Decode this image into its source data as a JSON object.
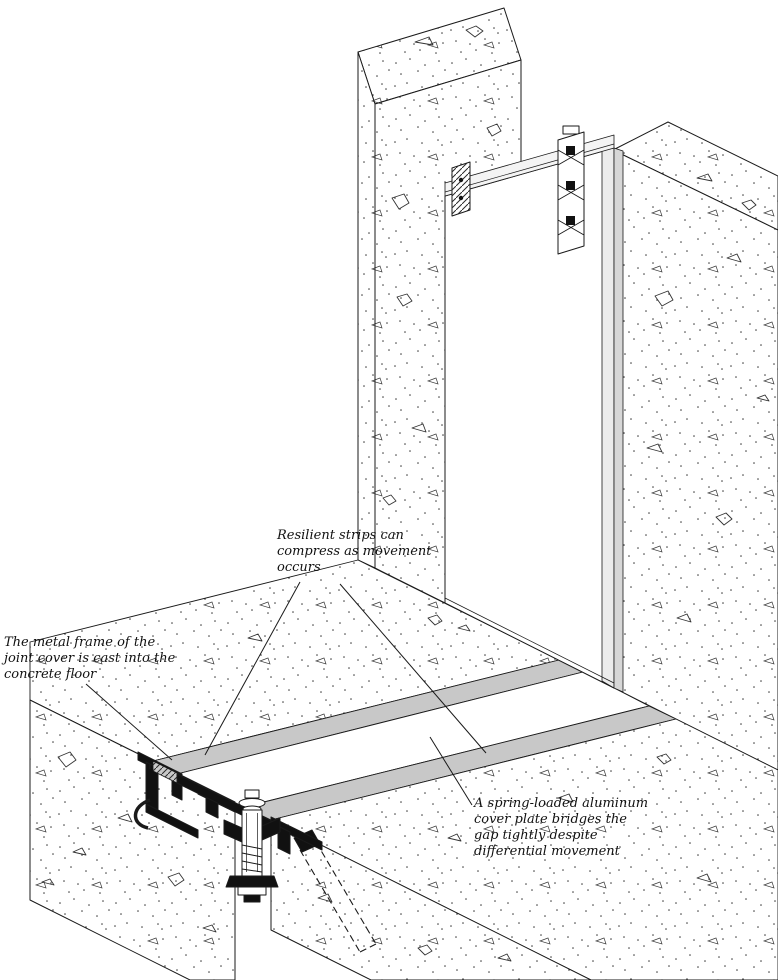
{
  "annotations": {
    "resilient_strips": {
      "lines": [
        "Resilient strips can",
        "compress as movement",
        "occurs"
      ]
    },
    "metal_frame": {
      "lines": [
        "The metal frame of the",
        "joint cover is cast into the",
        "concrete floor"
      ]
    },
    "cover_plate": {
      "lines": [
        "A spring-loaded aluminum",
        "cover plate bridges the",
        "gap tightly despite",
        "differential movement"
      ]
    }
  },
  "colors": {
    "ink": "#1a1a1a",
    "paper": "#ffffff",
    "resilient_strip": "#c8c8c8",
    "plate_fold": "#ececec",
    "plate_edge": "#d7d7d7",
    "metal": "#111111"
  }
}
